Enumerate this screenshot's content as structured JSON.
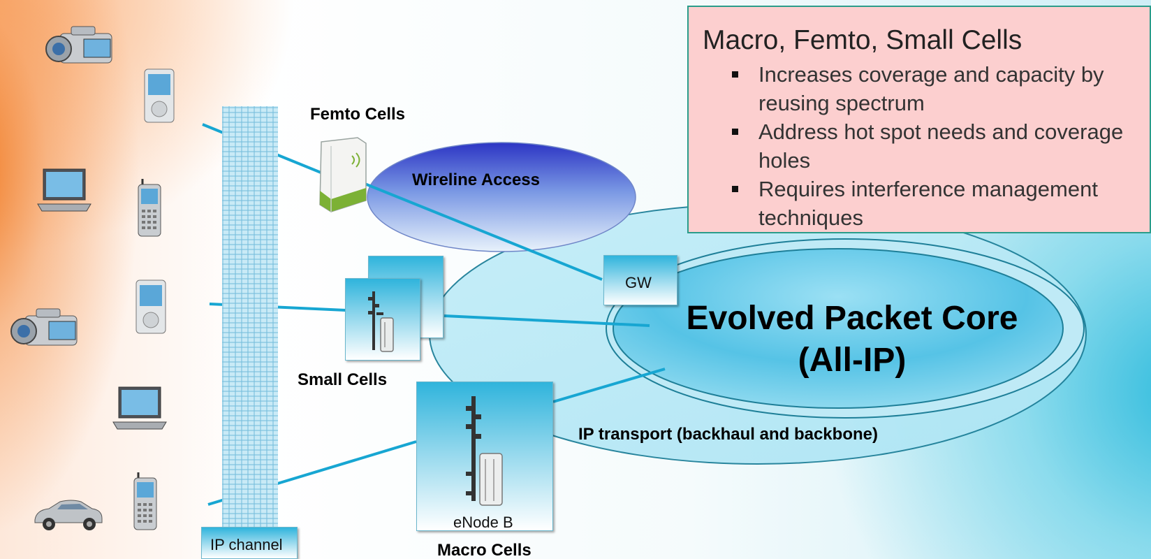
{
  "labels": {
    "femto_cells": "Femto Cells",
    "wireline_access": "Wireline Access",
    "small_cells": "Small Cells",
    "macro_cells": "Macro Cells",
    "gw": "GW",
    "enode_b": "eNode B",
    "ip_channel": "IP channel",
    "epc_line1": "Evolved Packet Core",
    "epc_line2": "(All-IP)",
    "ip_transport": "IP transport (backhaul and backbone)"
  },
  "info_box": {
    "title": "Macro, Femto, Small Cells",
    "bullets": [
      "Increases coverage and capacity by reusing spectrum",
      "Address hot spot needs and coverage holes",
      "Requires interference management techniques"
    ]
  },
  "devices": [
    {
      "kind": "camcorder-icon"
    },
    {
      "kind": "media-player-icon"
    },
    {
      "kind": "laptop-icon"
    },
    {
      "kind": "phone-icon"
    },
    {
      "kind": "media-player-icon"
    },
    {
      "kind": "camcorder-icon"
    },
    {
      "kind": "laptop-icon"
    },
    {
      "kind": "car-icon"
    },
    {
      "kind": "phone-icon"
    }
  ],
  "colors": {
    "link": "#17a6d2",
    "info_bg": "#fccfcf",
    "info_border": "#2a9c8a",
    "epc_fill": "#5cc8ea",
    "wireline_top": "#2f3ec8"
  }
}
